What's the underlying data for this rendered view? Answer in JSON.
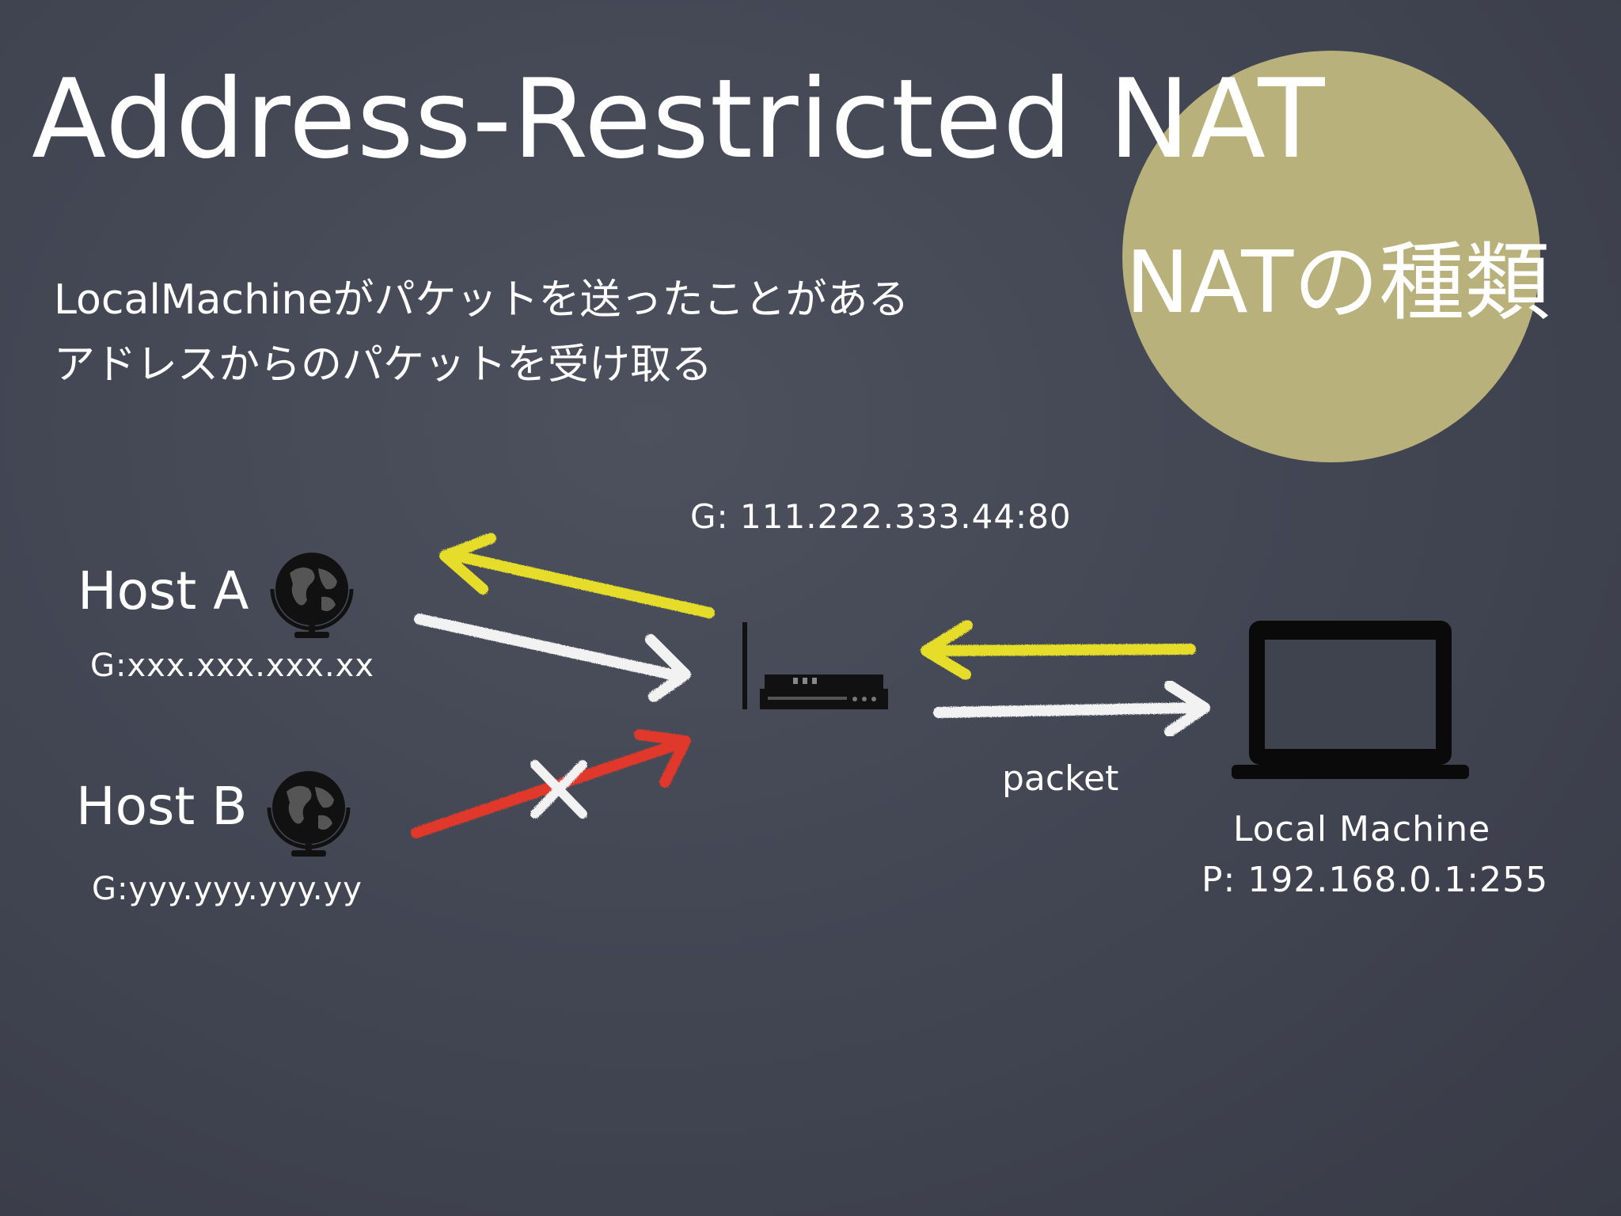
{
  "slide": {
    "title": "Address-Restricted NAT",
    "badge_label": "NATの種類",
    "description": [
      "LocalMachineがパケットを送ったことがある",
      "アドレスからのパケットを受け取る"
    ]
  },
  "hosts": [
    {
      "label": "Host A",
      "ip": "G:xxx.xxx.xxx.xx",
      "icon": "globe-icon"
    },
    {
      "label": "Host B",
      "ip": "G:yyy.yyy.yyy.yy",
      "icon": "globe-icon"
    }
  ],
  "router": {
    "ip": "G: 111.222.333.44:80",
    "icon": "router-icon"
  },
  "local_machine": {
    "name": "Local Machine",
    "ip": "P: 192.168.0.1:255",
    "icon": "laptop-icon"
  },
  "packet_label": "packet",
  "colors": {
    "background": "#40444f",
    "badge": "#b9b17c",
    "arrow_yellow": "#e6dc2a",
    "arrow_white": "#f2f2f2",
    "arrow_red": "#e0392b"
  }
}
